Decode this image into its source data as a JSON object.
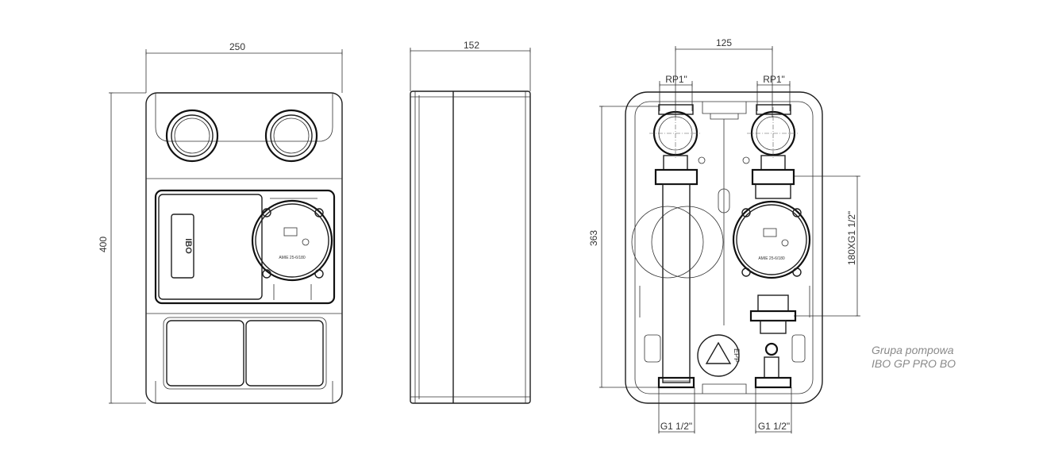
{
  "colors": {
    "line": "#1e1e1e",
    "text": "#333333",
    "title": "#8a8a8a"
  },
  "front_view": {
    "width_label": "250",
    "height_label": "400",
    "brand_logo": "IBO",
    "pump_label": "AMIE 25-6/180"
  },
  "side_view": {
    "depth_label": "152"
  },
  "section_view": {
    "spacing_label": "125",
    "top_port_left": "RP1\"",
    "top_port_right": "RP1\"",
    "height_label": "363",
    "pump_size_label": "180XG1 1/2\"",
    "bottom_port_left": "G1 1/2\"",
    "bottom_port_right": "G1 1/2\"",
    "pump_label": "AMIE 25-6/180",
    "insulation_mark": "EPP"
  },
  "product_title": {
    "line1": "Grupa pompowa",
    "line2": "IBO GP PRO BO"
  }
}
